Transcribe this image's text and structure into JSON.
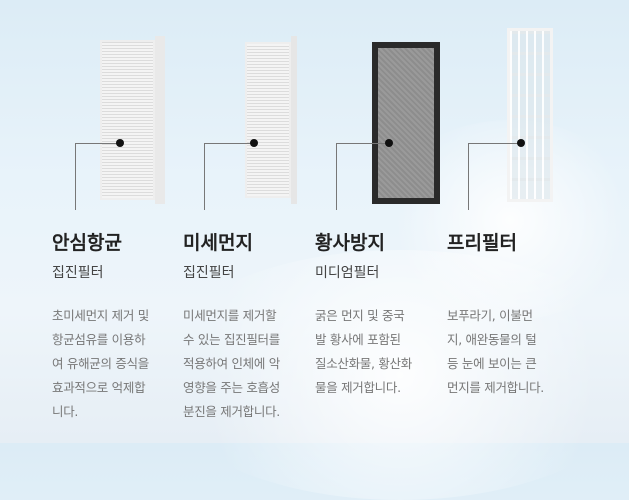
{
  "filters": [
    {
      "title": "안심항균",
      "subtitle": "집진필터",
      "description": "초미세먼지 제거 및\n항균섬유를 이용하\n여 유해균의 증식을\n효과적으로 억제합\n니다."
    },
    {
      "title": "미세먼지",
      "subtitle": "집진필터",
      "description": "미세먼지를 제거할\n수 있는 집진필터를\n적용하여 인체에 악\n영향을 주는 호흡성\n분진을 제거합니다."
    },
    {
      "title": "황사방지",
      "subtitle": "미디엄필터",
      "description": "굵은 먼지 및 중국\n발 황사에 포함된\n질소산화물, 황산화\n물을 제거합니다."
    },
    {
      "title": "프리필터",
      "subtitle": "",
      "description": "보푸라기, 이불먼\n지, 애완동물의 털\n등 눈에 보이는 큰\n먼지를 제거합니다."
    }
  ]
}
